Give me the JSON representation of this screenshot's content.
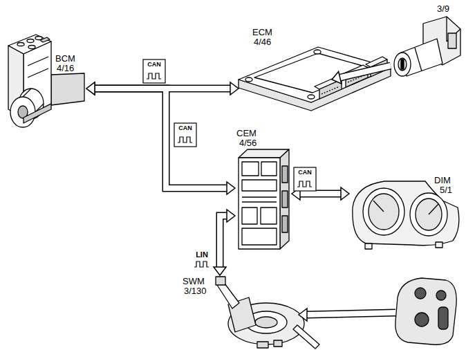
{
  "diagram": {
    "nodes": [
      {
        "text": [
          "BCM",
          "4/16"
        ]
      },
      {
        "text": [
          "ECM",
          "4/46"
        ]
      },
      {
        "text": [
          "3/9"
        ]
      },
      {
        "text": [
          "CEM",
          "4/56"
        ]
      },
      {
        "text": [
          "DIM",
          "5/1"
        ]
      },
      {
        "text": [
          "SWM",
          "3/130"
        ]
      }
    ],
    "edges": [
      {
        "from": 0,
        "to": 1,
        "arrow": "both",
        "label": "CAN"
      },
      {
        "from": 0,
        "to": 3,
        "arrow": "both",
        "label": "CAN"
      },
      {
        "from": 3,
        "to": 4,
        "arrow": "both",
        "label": "CAN"
      },
      {
        "from": 3,
        "to": 5,
        "arrow": "both",
        "label": "LIN"
      },
      {
        "from": 2,
        "to": 1,
        "arrow": "to"
      }
    ]
  }
}
